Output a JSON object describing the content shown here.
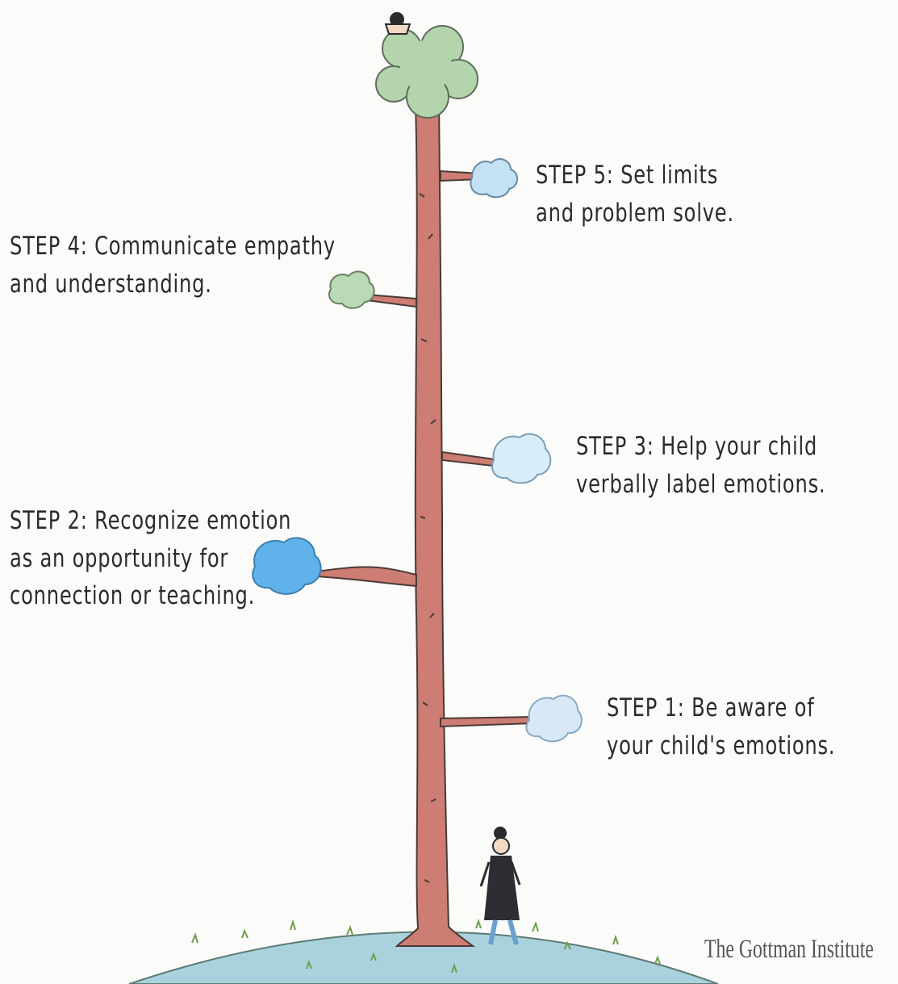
{
  "steps": [
    {
      "id": "step-1",
      "lines": [
        "STEP 1: Be aware of",
        "your child's emotions."
      ],
      "leaf_color": "#d7e9f7"
    },
    {
      "id": "step-2",
      "lines": [
        "STEP 2: Recognize emotion",
        "as an opportunity for",
        "connection or teaching."
      ],
      "leaf_color": "#5fb2ea"
    },
    {
      "id": "step-3",
      "lines": [
        "STEP 3: Help your child",
        "verbally label emotions."
      ],
      "leaf_color": "#d8ecf9"
    },
    {
      "id": "step-4",
      "lines": [
        "STEP 4: Communicate empathy",
        "and understanding."
      ],
      "leaf_color": "#b9d9b7"
    },
    {
      "id": "step-5",
      "lines": [
        "STEP 5: Set limits",
        "and problem solve."
      ],
      "leaf_color": "#c5e2f5"
    }
  ],
  "credit": "The Gottman Institute",
  "colors": {
    "trunk": "#cd7d73",
    "trunk_outline": "#4a3a36",
    "canopy": "#b4d4ac",
    "ground": "#a9d2dd",
    "text": "#2c2a30"
  }
}
